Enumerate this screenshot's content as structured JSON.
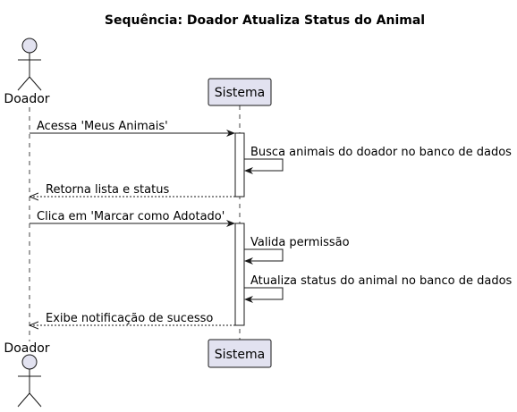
{
  "diagram": {
    "title": "Sequência: Doador Atualiza Status do Animal",
    "participants": [
      {
        "id": "doador",
        "label": "Doador",
        "kind": "actor"
      },
      {
        "id": "sistema",
        "label": "Sistema",
        "kind": "participant"
      }
    ],
    "messages": [
      {
        "from": "doador",
        "to": "sistema",
        "text": "Acessa 'Meus Animais'",
        "style": "sync"
      },
      {
        "from": "sistema",
        "to": "sistema",
        "text": "Busca animais do doador no banco de dados",
        "style": "self"
      },
      {
        "from": "sistema",
        "to": "doador",
        "text": "Retorna lista e status",
        "style": "reply"
      },
      {
        "from": "doador",
        "to": "sistema",
        "text": "Clica em 'Marcar como Adotado'",
        "style": "sync"
      },
      {
        "from": "sistema",
        "to": "sistema",
        "text": "Valida permissão",
        "style": "self"
      },
      {
        "from": "sistema",
        "to": "sistema",
        "text": "Atualiza status do animal no banco de dados",
        "style": "self"
      },
      {
        "from": "sistema",
        "to": "doador",
        "text": "Exibe notificação de sucesso",
        "style": "reply"
      }
    ],
    "colors": {
      "participant_fill": "#E2E2F0",
      "participant_border": "#181818",
      "lifeline": "#181818",
      "activation_fill": "#FFFFFF",
      "arrow": "#181818"
    }
  }
}
